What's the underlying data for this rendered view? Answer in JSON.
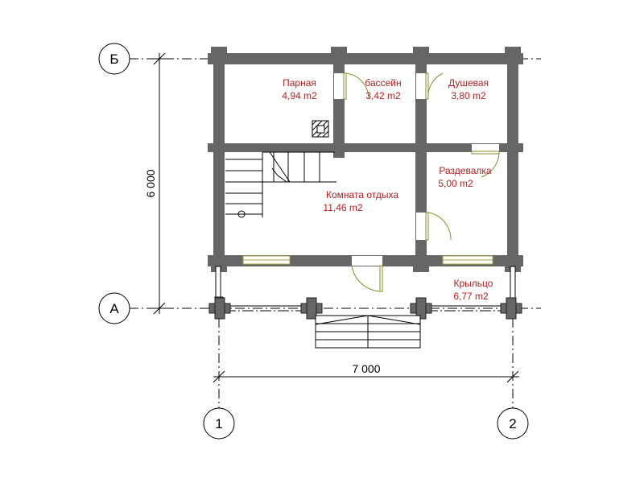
{
  "axes": {
    "row_top": "Б",
    "row_bottom": "А",
    "col_left": "1",
    "col_right": "2"
  },
  "dimensions": {
    "vertical": "6 000",
    "horizontal": "7 000"
  },
  "rooms": {
    "steam": {
      "name": "Парная",
      "area": "4,94 m2"
    },
    "pool": {
      "name": "бассейн",
      "area": "3,42 m2"
    },
    "shower": {
      "name": "Душевая",
      "area": "3,80 m2"
    },
    "changing": {
      "name": "Раздевалка",
      "area": "5,00 m2"
    },
    "rest": {
      "name": "Комната отдыха",
      "area": "11,46 m2"
    },
    "porch": {
      "name": "Крыльцо",
      "area": "6,77 m2"
    }
  },
  "colors": {
    "wall": "#666666",
    "label": "#b02020",
    "door": "#8a8a2a"
  }
}
